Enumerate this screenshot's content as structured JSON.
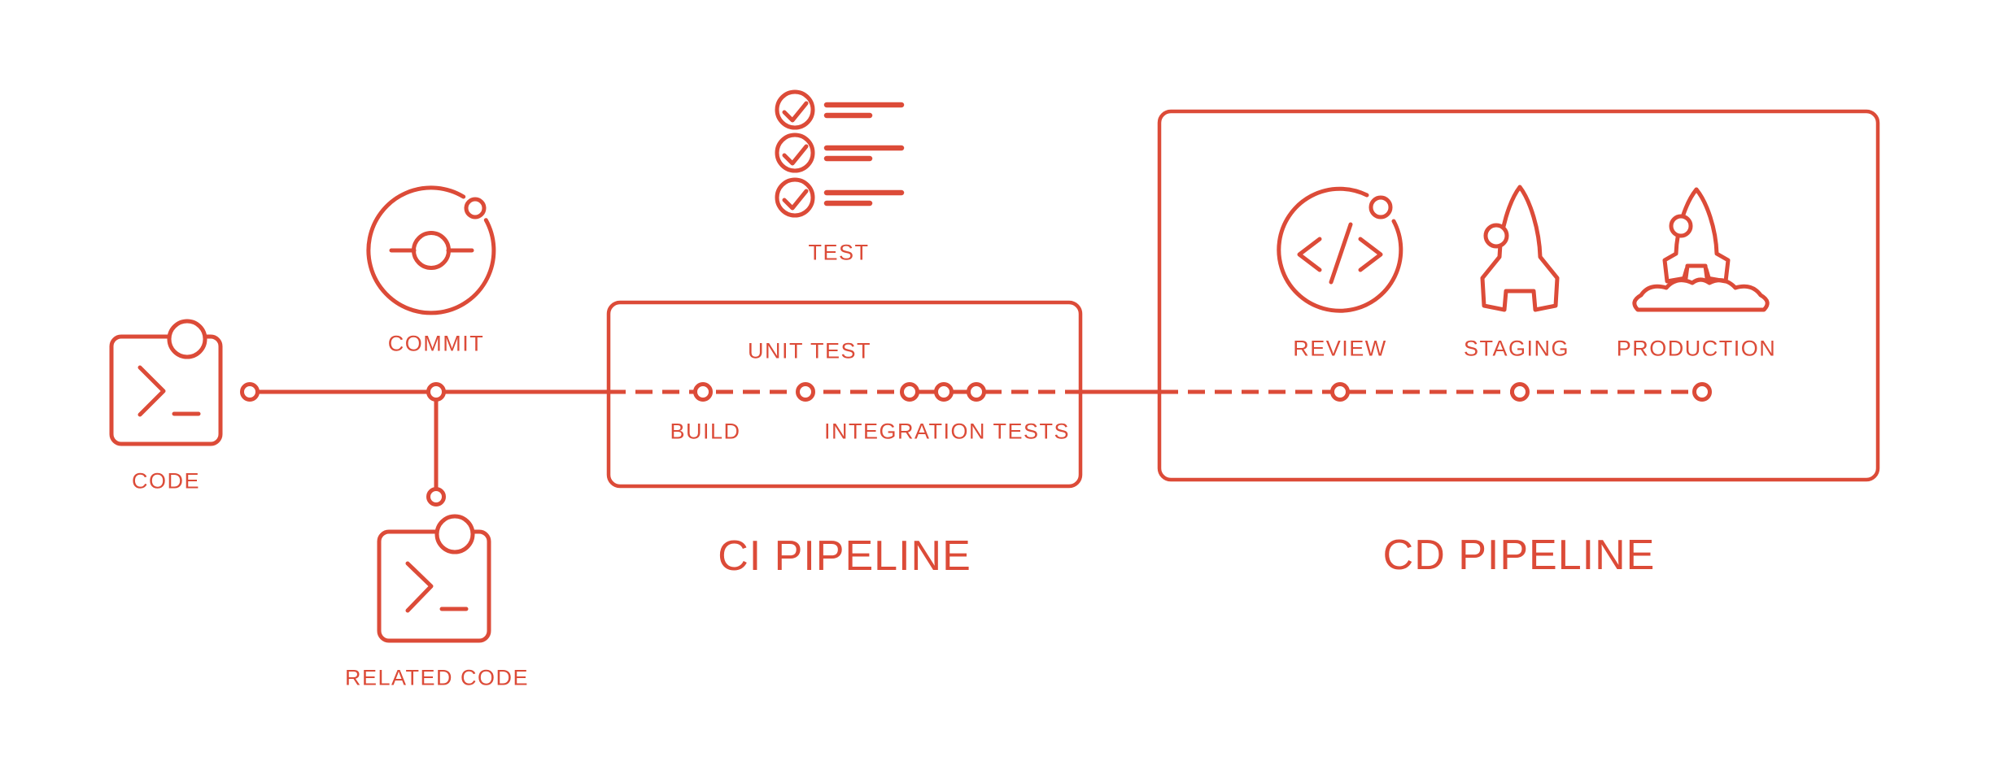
{
  "colors": {
    "accent": "#DC4B38",
    "background": "#FFFFFF"
  },
  "source": {
    "code_label": "CODE",
    "commit_label": "COMMIT",
    "related_code_label": "RELATED CODE"
  },
  "test_label": "TEST",
  "ci": {
    "title": "CI PIPELINE",
    "build_label": "BUILD",
    "unit_test_label": "UNIT TEST",
    "integration_tests_label": "INTEGRATION TESTS"
  },
  "cd": {
    "title": "CD PIPELINE",
    "review_label": "REVIEW",
    "staging_label": "STAGING",
    "production_label": "PRODUCTION"
  },
  "icons": {
    "code": "terminal-window-icon",
    "commit": "orbit-commit-icon",
    "test": "checklist-icon",
    "review": "code-brackets-circle-icon",
    "staging": "rocket-icon",
    "production": "rocket-launch-icon"
  }
}
